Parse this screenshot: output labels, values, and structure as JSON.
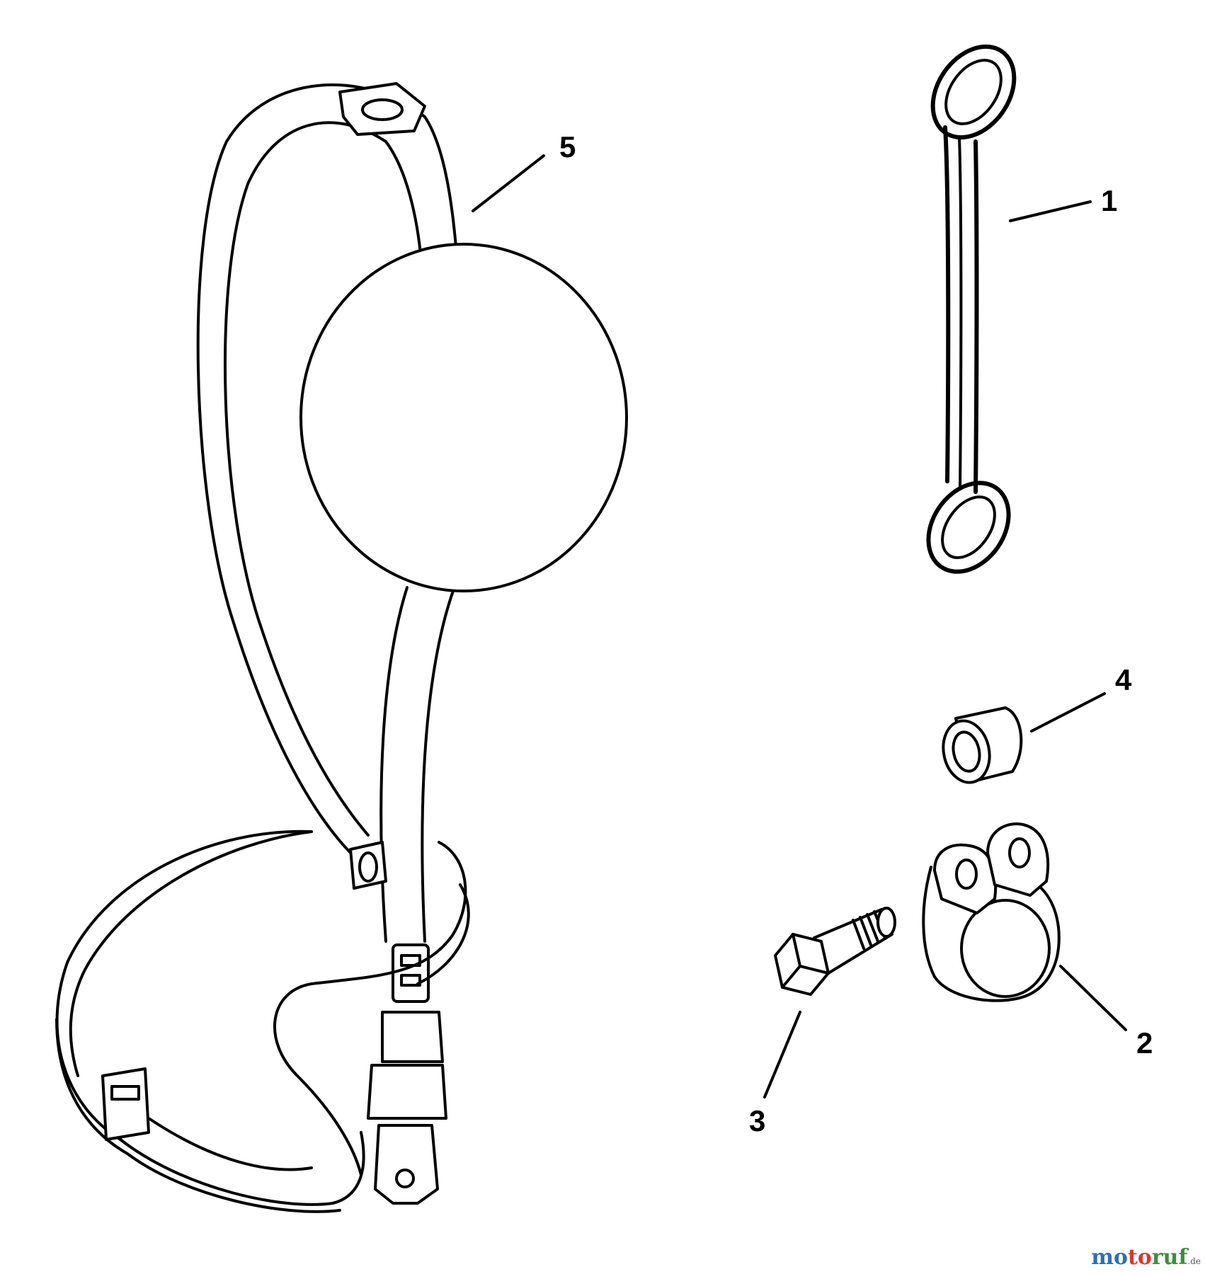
{
  "callouts": {
    "harness": "5",
    "hanger": "1",
    "spacer": "4",
    "clamp": "2",
    "bolt": "3"
  },
  "watermark": {
    "part1": "mo",
    "part2": "to",
    "part3": "ruf",
    "suffix": ".de"
  }
}
